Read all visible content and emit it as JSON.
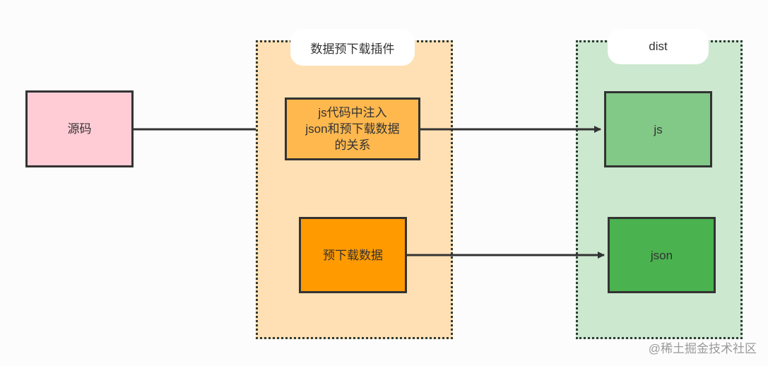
{
  "groups": {
    "plugin": {
      "label": "数据预下载插件"
    },
    "dist": {
      "label": "dist"
    }
  },
  "nodes": {
    "source": {
      "label": "源码"
    },
    "inject": {
      "lines": [
        "js代码中注入",
        "json和预下载数据",
        "的关系"
      ]
    },
    "prefetch": {
      "label": "预下载数据"
    },
    "js": {
      "label": "js"
    },
    "json": {
      "label": "json"
    }
  },
  "watermark": "@稀土掘金技术社区",
  "colors": {
    "plugin_group_fill": "#ffe0b4",
    "dist_group_fill": "#cce8cf",
    "source_fill": "#ffccd6",
    "inject_fill": "#ffb84e",
    "prefetch_fill": "#ff9a00",
    "js_fill": "#82c887",
    "json_fill": "#4ab24f",
    "edge": "#333333"
  }
}
